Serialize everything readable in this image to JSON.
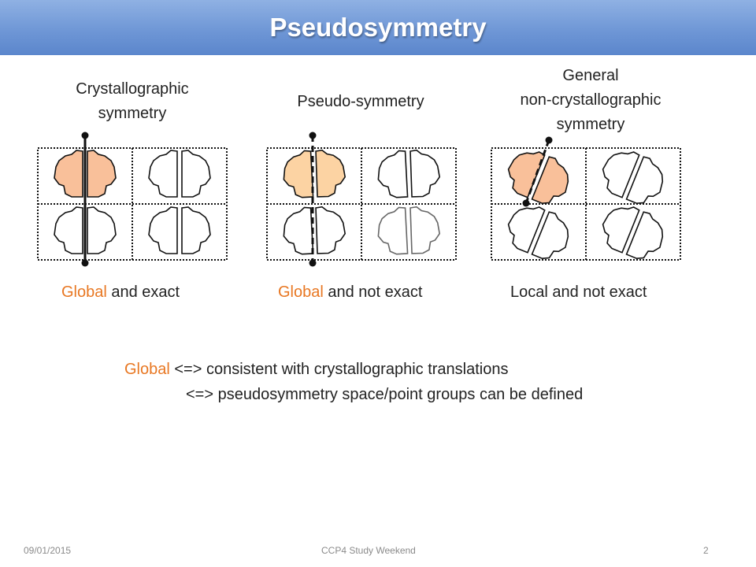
{
  "slide": {
    "title": "Pseudosymmetry"
  },
  "panels": [
    {
      "heading_lines": [
        "Crystallographic",
        "symmetry"
      ],
      "caption_highlight": "Global",
      "caption_rest": " and exact"
    },
    {
      "heading_lines": [
        "Pseudo-symmetry"
      ],
      "caption_highlight": "Global",
      "caption_rest": " and not exact"
    },
    {
      "heading_lines": [
        "General",
        "non-crystallographic",
        "symmetry"
      ],
      "caption_highlight": "",
      "caption_rest": "Local and not exact"
    }
  ],
  "note": {
    "line1_highlight": "Global",
    "line1_rest": " <=> consistent with crystallographic translations",
    "line2": "<=> pseudosymmetry space/point groups can be defined"
  },
  "footer": {
    "date": "09/01/2015",
    "event": "CCP4 Study Weekend",
    "page": "2"
  },
  "colors": {
    "highlight_text": "#e87722",
    "motif_fill_panel1": "#f9c09a",
    "motif_fill_panel2": "#fcd3a3",
    "motif_fill_panel3": "#f9c09a",
    "title_bar": "#6f97d6"
  }
}
